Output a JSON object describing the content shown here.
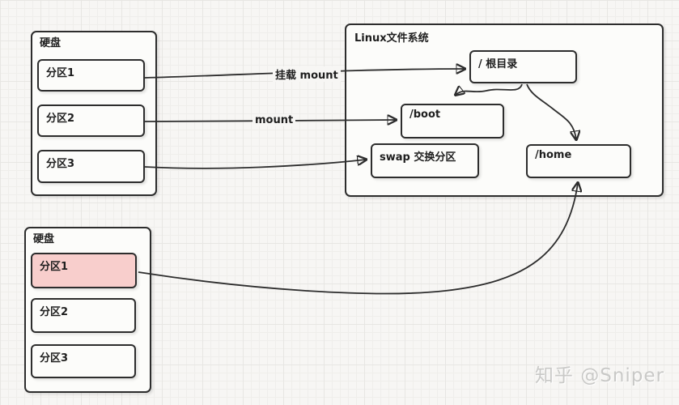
{
  "diagram": {
    "disk_top": {
      "title": "硬盘",
      "partitions": [
        "分区1",
        "分区2",
        "分区3"
      ]
    },
    "disk_bottom": {
      "title": "硬盘",
      "partitions": [
        "分区1",
        "分区2",
        "分区3"
      ]
    },
    "filesystem": {
      "title": "Linux文件系统",
      "nodes": {
        "root": "/ 根目录",
        "boot": "/boot",
        "swap": "swap 交换分区",
        "home": "/home"
      }
    },
    "edges": {
      "label_mount_full": "挂载 mount",
      "label_mount": "mount"
    },
    "colors": {
      "line": "#2d2d2d",
      "highlight_fill": "#f8cecc",
      "box_fill": "#fcfcfa",
      "background": "#f7f6f4"
    }
  },
  "watermark": {
    "text": "知乎 @Sniper"
  }
}
